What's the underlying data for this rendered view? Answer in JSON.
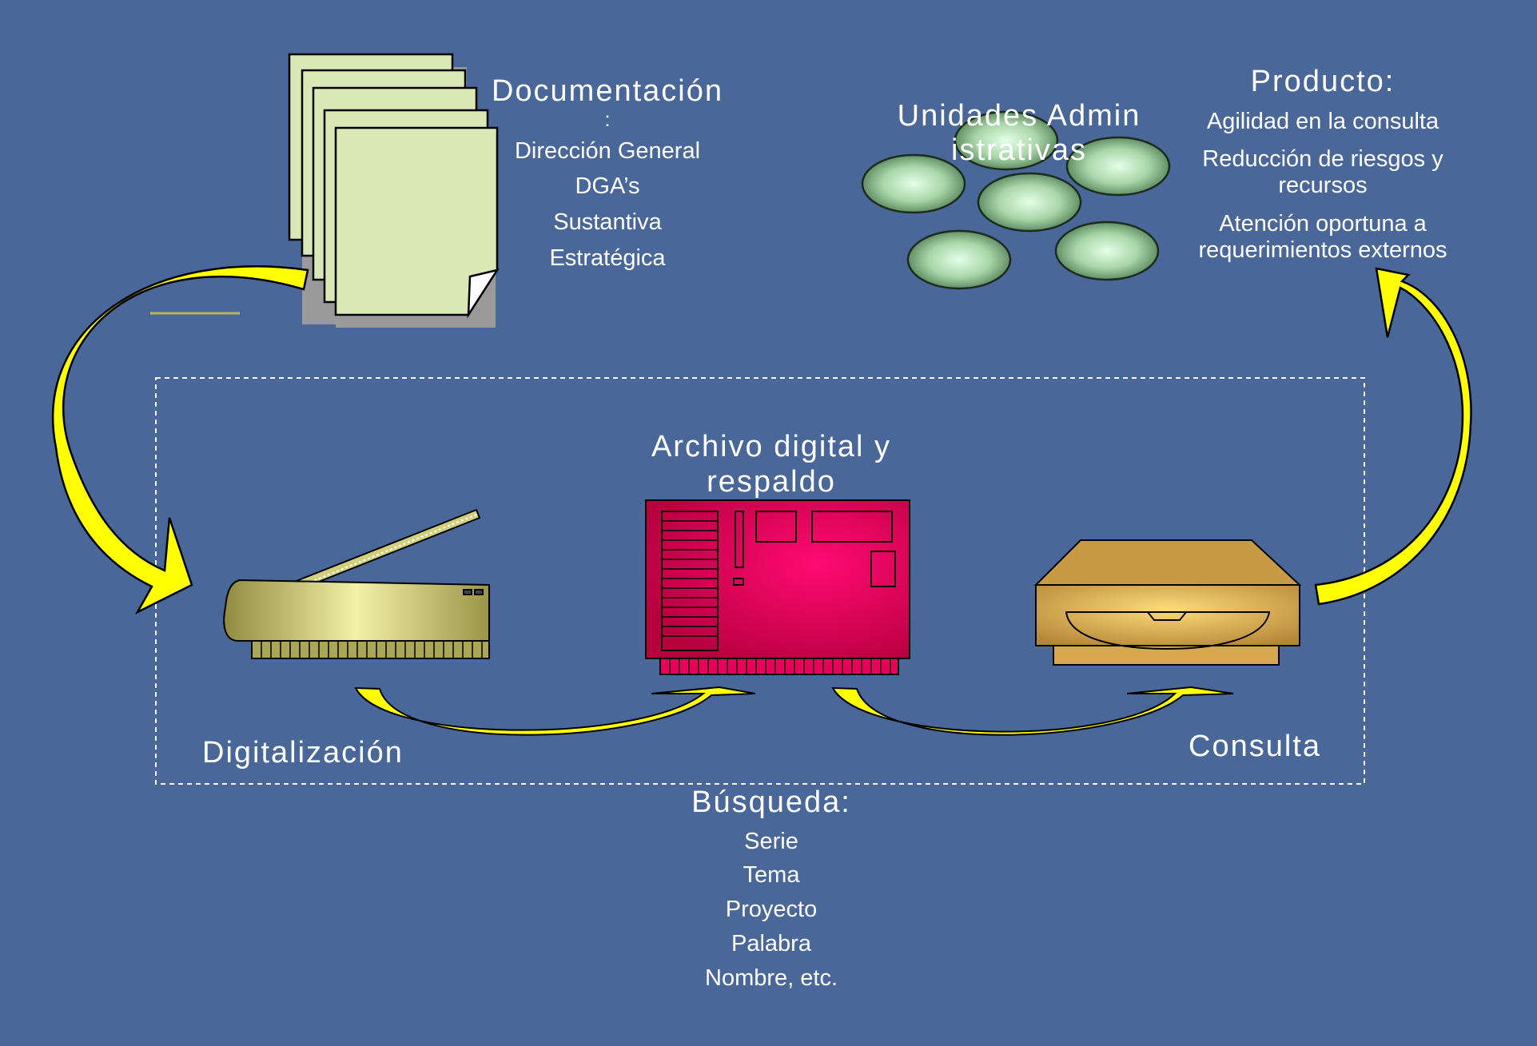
{
  "documentation": {
    "title": "Documentación",
    "colon": ":",
    "items": [
      "Dirección General",
      "DGA’s",
      "Sustantiva",
      "Estratégica"
    ]
  },
  "units": {
    "label": "Unidades Administrativas"
  },
  "product": {
    "title": "Producto:",
    "items": [
      "Agilidad en la consulta",
      "Reducción de riesgos y recursos",
      "Atención oportuna a requerimientos externos"
    ]
  },
  "archive": {
    "label": "Archivo digital y respaldo"
  },
  "digitalization": {
    "label": "Digitalización"
  },
  "consulta": {
    "label": "Consulta"
  },
  "search": {
    "title": "Búsqueda:",
    "items": [
      "Serie",
      "Tema",
      "Proyecto",
      "Palabra",
      "Nombre, etc."
    ]
  },
  "colors": {
    "background": "#4a6799",
    "arrow": "#ffff00",
    "document": "#d9e8b4",
    "server": "#e8005a",
    "scanner": "#c9c46e",
    "drive": "#e0b25a",
    "text": "#ffffff"
  },
  "icons": [
    "document-stack-icon",
    "unit-ellipses-icon",
    "scanner-icon",
    "server-board-icon",
    "disk-drive-icon",
    "flow-arrow-icon"
  ]
}
